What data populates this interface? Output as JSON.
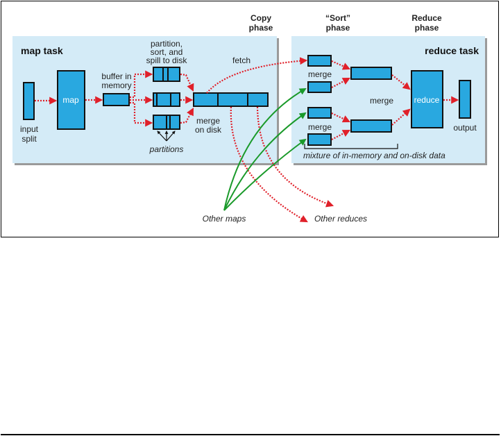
{
  "phases": {
    "copy": [
      "Copy",
      "phase"
    ],
    "sort": [
      "“Sort”",
      "phase"
    ],
    "reduce": [
      "Reduce",
      "phase"
    ]
  },
  "map_task": {
    "title": "map task",
    "input_split": [
      "input",
      "split"
    ],
    "map_label": "map",
    "buffer": [
      "buffer in",
      "memory"
    ],
    "spill": [
      "partition,",
      "sort, and",
      "spill to disk"
    ],
    "partitions": "partitions",
    "merge_on_disk": [
      "merge",
      "on disk"
    ],
    "fetch": "fetch"
  },
  "reduce_task": {
    "title": "reduce task",
    "merge_top": "merge",
    "merge_middle": "merge",
    "merge_bottom": "merge",
    "reduce_label": "reduce",
    "output": "output",
    "mixture": "mixture of in-memory and on-disk data"
  },
  "other_maps": "Other maps",
  "other_reduces": "Other reduces",
  "colors": {
    "panel": "#d4ebf7",
    "box": "#29a8e0",
    "arrow_red": "#e0202a",
    "arrow_green": "#1a9a2a"
  }
}
